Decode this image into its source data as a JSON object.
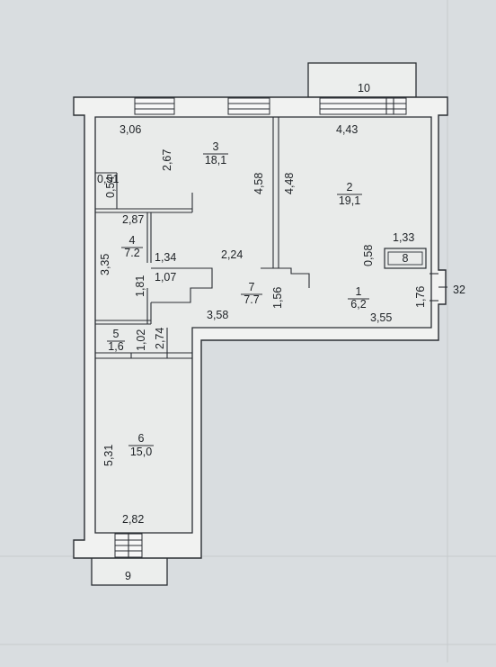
{
  "plan": {
    "outer_labels": {
      "balcony": "10",
      "bay": "9",
      "niche": "32"
    },
    "rooms": [
      {
        "number": "3",
        "area": "18,1"
      },
      {
        "number": "2",
        "area": "19,1"
      },
      {
        "number": "4",
        "area": "7.2"
      },
      {
        "number": "7",
        "area": "7.7"
      },
      {
        "number": "1",
        "area": "6,2"
      },
      {
        "number": "8",
        "area": ""
      },
      {
        "number": "5",
        "area": "1,6"
      },
      {
        "number": "6",
        "area": "15,0"
      }
    ],
    "dimensions": [
      "3,06",
      "2,67",
      "0,51",
      "0,54",
      "4,58",
      "4,48",
      "4,43",
      "2,87",
      "3,35",
      "1,34",
      "1,81",
      "1,07",
      "2,24",
      "1,56",
      "3,58",
      "0,58",
      "1,33",
      "1,76",
      "3,55",
      "1,02",
      "2,74",
      "5,31",
      "2,82"
    ]
  },
  "colors": {
    "paper": "#d9dde0",
    "wall": "#f1f2f1",
    "ink": "#2a2e33"
  }
}
